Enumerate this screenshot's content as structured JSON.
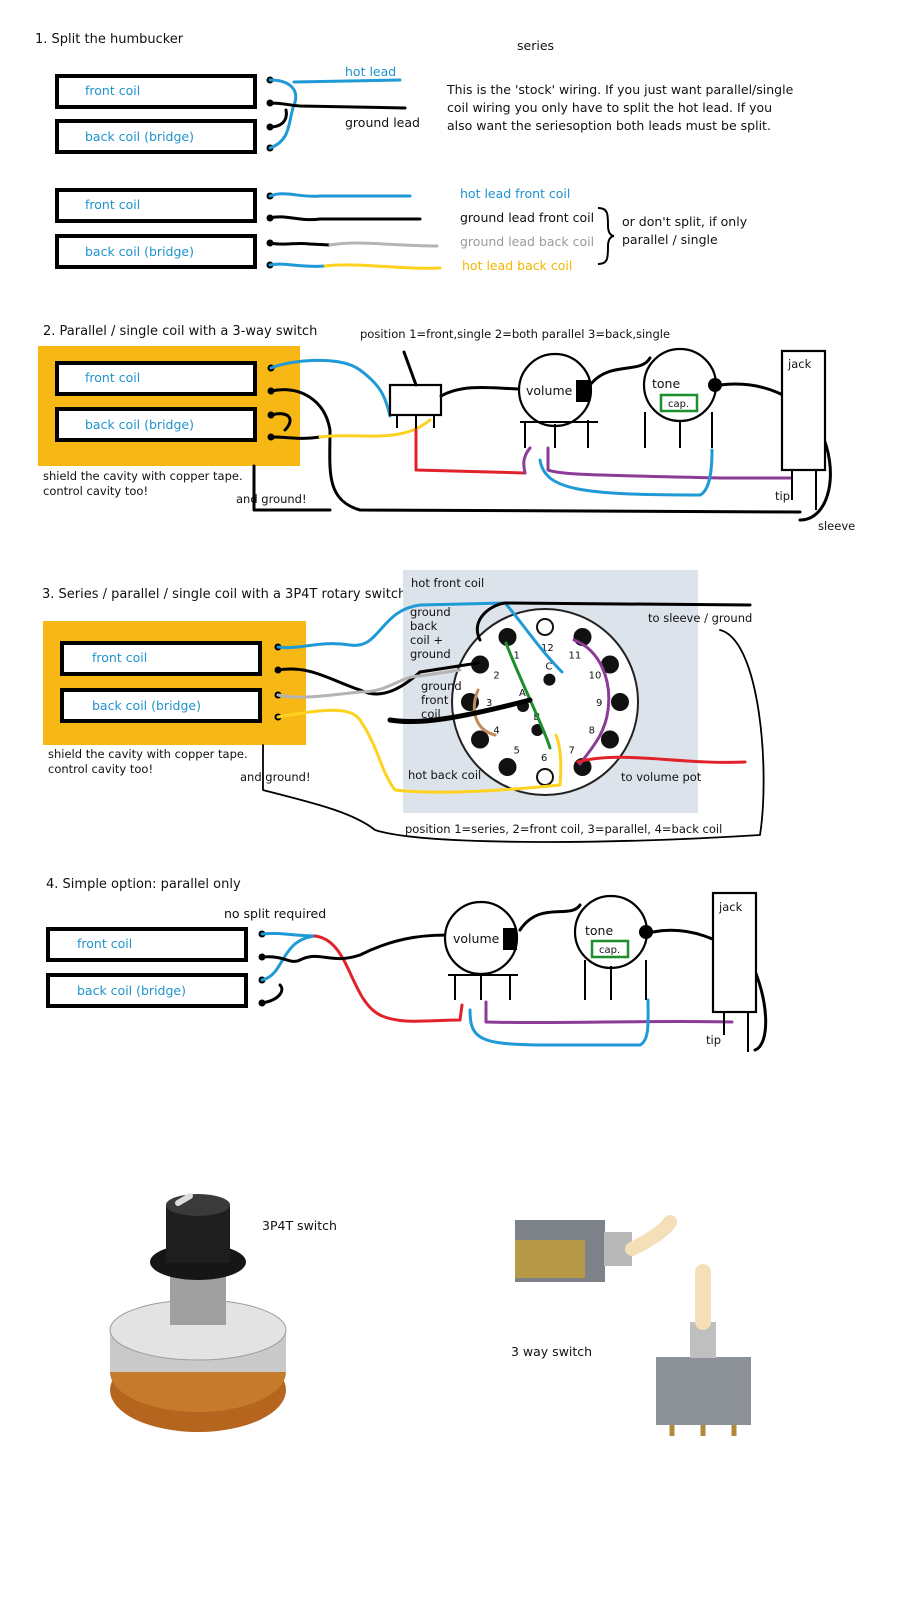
{
  "section1": {
    "heading": "1. Split the humbucker",
    "label_series": "series",
    "hot_lead": "hot lead",
    "ground_lead": "ground lead",
    "note_line1": "This is the 'stock' wiring. If you just want parallel/single",
    "note_line2": "coil wiring you only have to split the hot lead. If you",
    "note_line3": "also want the seriesoption both leads must be split.",
    "hot_front": "hot lead front coil",
    "ground_front": "ground lead front coil",
    "ground_back": "ground lead back coil",
    "hot_back": "hot lead back coil",
    "dont_split_1": "or don't split, if only",
    "dont_split_2": "parallel / single"
  },
  "coils": {
    "front": "front coil",
    "back": "back coil (bridge)"
  },
  "section2": {
    "heading": "2. Parallel / single coil with a 3-way switch",
    "positions": "position 1=front,single 2=both parallel 3=back,single",
    "shield_1": "shield the cavity with copper tape.",
    "shield_2": "control cavity too!",
    "and_ground": "and ground!",
    "volume": "volume",
    "tone": "tone",
    "cap": "cap.",
    "jack": "jack",
    "tip": "tip",
    "sleeve": "sleeve"
  },
  "section3": {
    "heading": "3. Series / parallel / single coil with a 3P4T rotary switch",
    "hot_front_coil": "hot front coil",
    "ground_back_1": "ground",
    "ground_back_2": "back",
    "ground_back_3": "coil +",
    "ground_back_4": "ground",
    "ground_front_1": "ground",
    "ground_front_2": "front",
    "ground_front_3": "coil",
    "hot_back_coil": "hot back coil",
    "to_sleeve": "to sleeve / ground",
    "to_volume": "to volume pot",
    "shield_1": "shield the cavity with copper tape.",
    "shield_2": "control cavity too!",
    "and_ground": "and ground!",
    "positions": "position 1=series, 2=front coil, 3=parallel, 4=back coil",
    "pins": [
      "1",
      "2",
      "3",
      "4",
      "5",
      "6",
      "7",
      "8",
      "9",
      "10",
      "11",
      "12"
    ],
    "poles": [
      "A",
      "B",
      "C"
    ]
  },
  "section4": {
    "heading": "4. Simple option: parallel only",
    "no_split": "no split required",
    "volume": "volume",
    "tone": "tone",
    "cap": "cap.",
    "jack": "jack",
    "tip": "tip"
  },
  "photos": {
    "rotary_label": "3P4T switch",
    "toggle_label": "3 way switch"
  },
  "colors": {
    "shield": "#f7b816",
    "hot": "#1f9ad6",
    "ground": "#000000",
    "red": "#e2222a",
    "yellow": "#ffd21f",
    "grey": "#b4b4b4",
    "purple": "#8c3b96",
    "green": "#1e8f2f",
    "brown": "#c08a5a",
    "cap_outline": "#1e8f2f",
    "rotary_panel": "#dde3ea"
  }
}
